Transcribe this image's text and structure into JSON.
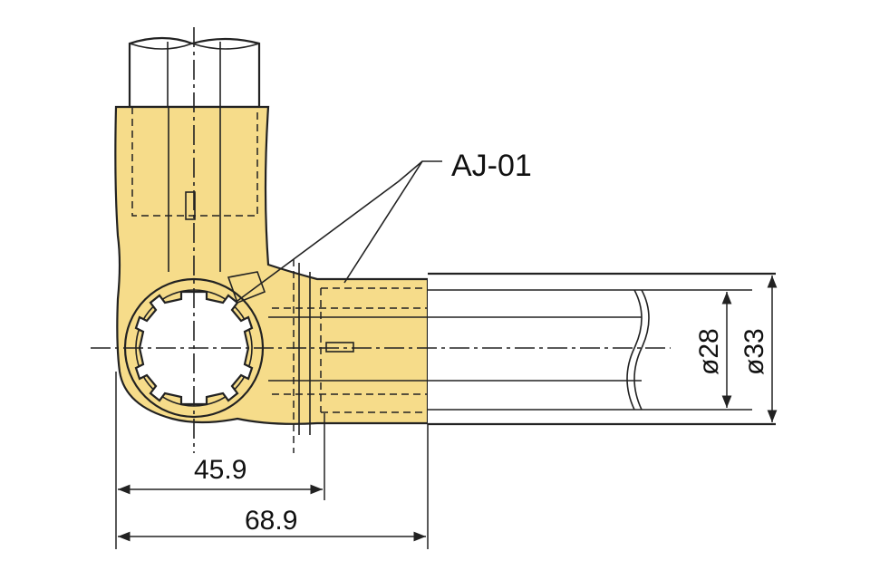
{
  "diagram": {
    "part_label": "AJ-01",
    "dimensions": {
      "inner_offset": "45.9",
      "outer_offset": "68.9",
      "inner_diameter": "ø28",
      "outer_diameter": "ø33"
    },
    "colors": {
      "fitting_fill": "#f6dc8a",
      "pipe_fill": "#ffffff",
      "line": "#222222",
      "background": "#ffffff"
    }
  }
}
